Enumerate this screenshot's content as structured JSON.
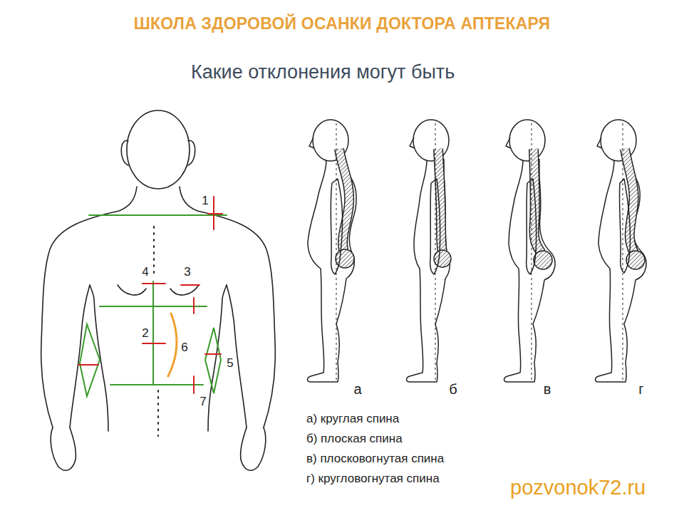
{
  "diagram": {
    "title": "ШКОЛА ЗДОРОВОЙ ОСАНКИ ДОКТОРА АПТЕКАРЯ",
    "labels": [
      "Какие отклонения могут быть",
      "1",
      "4",
      "3",
      "2",
      "6",
      "5",
      "7",
      "а",
      "б",
      "в",
      "г",
      "а) круглая спина",
      "б) плоская спина",
      "в) плосковогнутая спина",
      "г) кругловогнутая спина",
      "pozvonok72.ru"
    ]
  }
}
